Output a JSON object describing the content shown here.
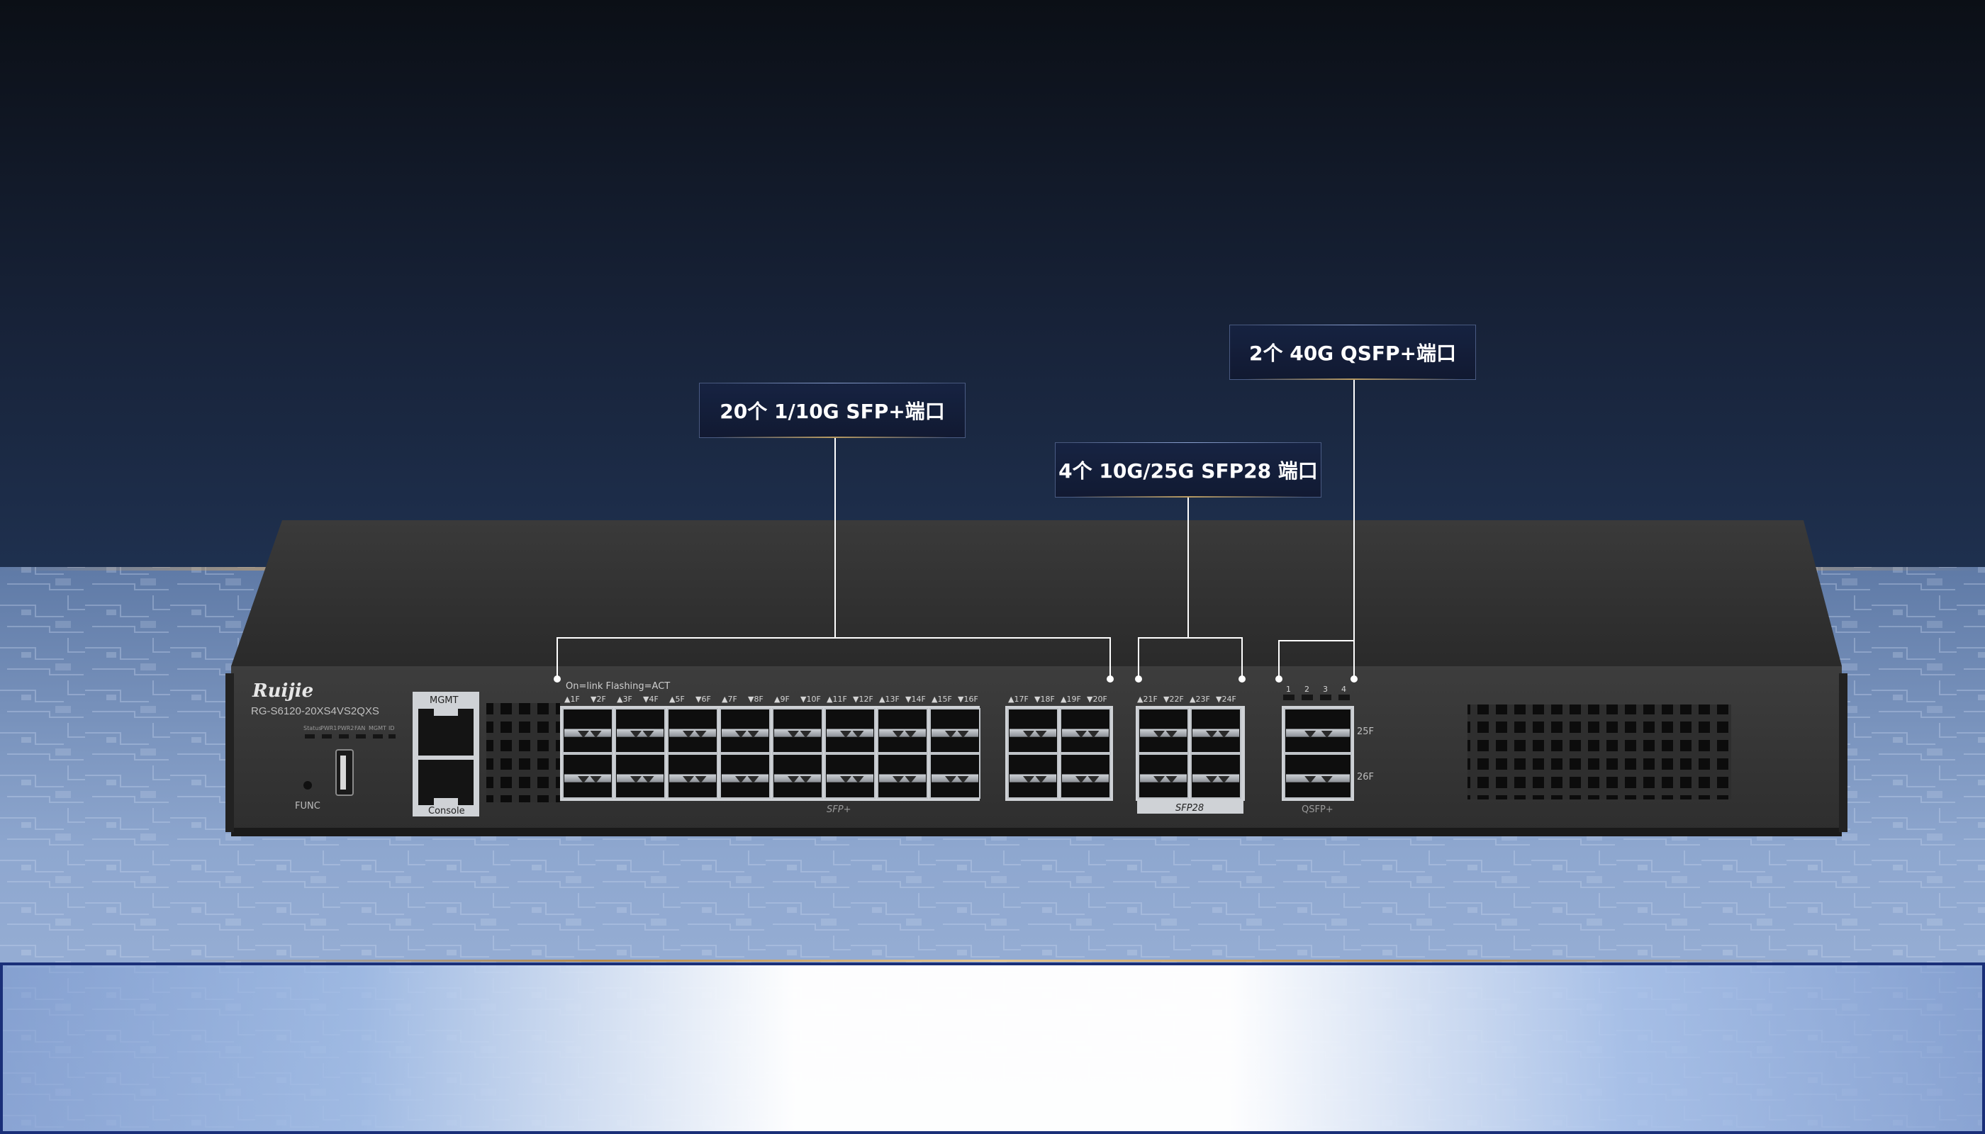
{
  "callouts": {
    "sfp_plus": "20个 1/10G SFP+端口",
    "sfp28": "4个 10G/25G SFP28 端口",
    "qsfp_plus": "2个 40G QSFP+端口"
  },
  "device": {
    "brand": "Ruijie",
    "model": "RG-S6120-20XS4VS2QXS",
    "led_labels": [
      "Status",
      "PWR1",
      "PWR2",
      "FAN",
      "MGMT",
      "ID"
    ],
    "func_label": "FUNC",
    "mgmt_label": "MGMT",
    "console_label": "Console",
    "link_legend": "On=link  Flashing=ACT",
    "sfp_group1_ports": [
      "▲1F",
      "▼2F",
      "▲3F",
      "▼4F",
      "▲5F",
      "▼6F",
      "▲7F",
      "▼8F",
      "▲9F",
      "▼10F",
      "▲11F",
      "▼12F",
      "▲13F",
      "▼14F",
      "▲15F",
      "▼16F"
    ],
    "sfp_group2_ports": [
      "▲17F",
      "▼18F",
      "▲19F",
      "▼20F"
    ],
    "sfp28_ports": [
      "▲21F",
      "▼22F",
      "▲23F",
      "▼24F"
    ],
    "qsfp_led_numbers": [
      "1",
      "2",
      "3",
      "4"
    ],
    "sfp_plus_label": "SFP+",
    "sfp28_label": "SFP28",
    "qsfp_label": "QSFP+",
    "qsfp_port_upper": "25F",
    "qsfp_port_lower": "26F"
  },
  "colors": {
    "background_top": "#0b1018",
    "background_bottom": "#1d2e4c",
    "chassis": "#2c2c2c",
    "chassis_front": "#363636",
    "callout_line": "#ffffff",
    "accent_gold": "#c8a068",
    "bottom_band_border": "#1a2f78"
  }
}
